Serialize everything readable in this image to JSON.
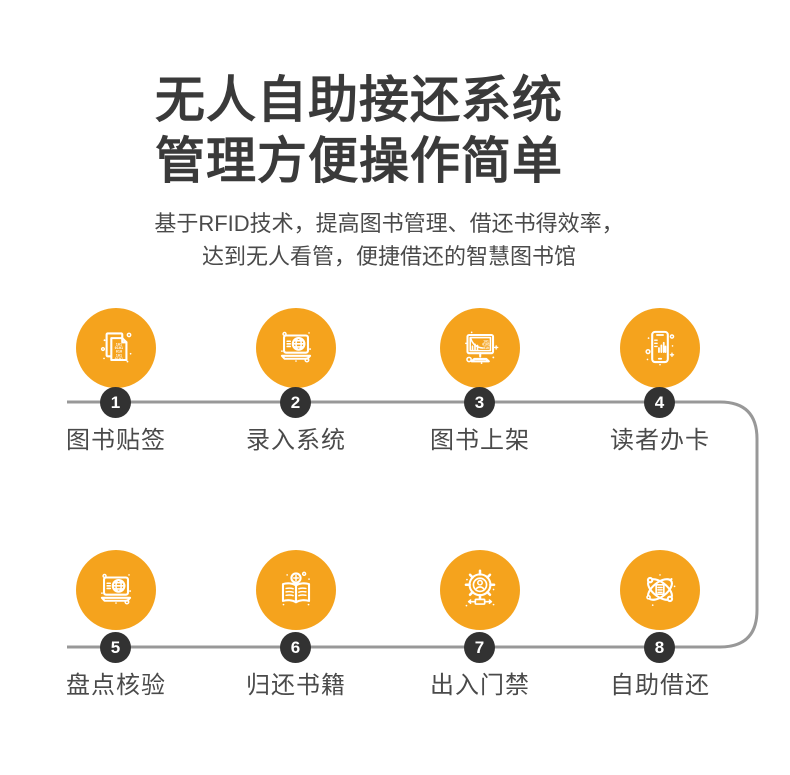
{
  "title": {
    "line1": "无人自助接还系统",
    "line2": "管理方便操作简单"
  },
  "subtitle": {
    "line1": "基于RFID技术，提高图书管理、借还书得效率，",
    "line2": "达到无人看管，便捷借还的智慧图书馆"
  },
  "colors": {
    "accent_orange": "#f5a31d",
    "badge_dark": "#323232",
    "connector_gray": "#989898",
    "title_dark": "#3a3a3a",
    "text_gray": "#4a4a4a"
  },
  "steps": [
    {
      "number": "1",
      "label": "图书贴签",
      "icon": "binary-document-icon"
    },
    {
      "number": "2",
      "label": "录入系统",
      "icon": "laptop-globe-icon"
    },
    {
      "number": "3",
      "label": "图书上架",
      "icon": "monitor-chart-icon"
    },
    {
      "number": "4",
      "label": "读者办卡",
      "icon": "phone-chart-icon"
    },
    {
      "number": "5",
      "label": "盘点核验",
      "icon": "laptop-globe-icon"
    },
    {
      "number": "6",
      "label": "归还书籍",
      "icon": "book-bulb-icon"
    },
    {
      "number": "7",
      "label": "出入门禁",
      "icon": "gear-person-icon"
    },
    {
      "number": "8",
      "label": "自助借还",
      "icon": "atom-network-icon"
    }
  ]
}
